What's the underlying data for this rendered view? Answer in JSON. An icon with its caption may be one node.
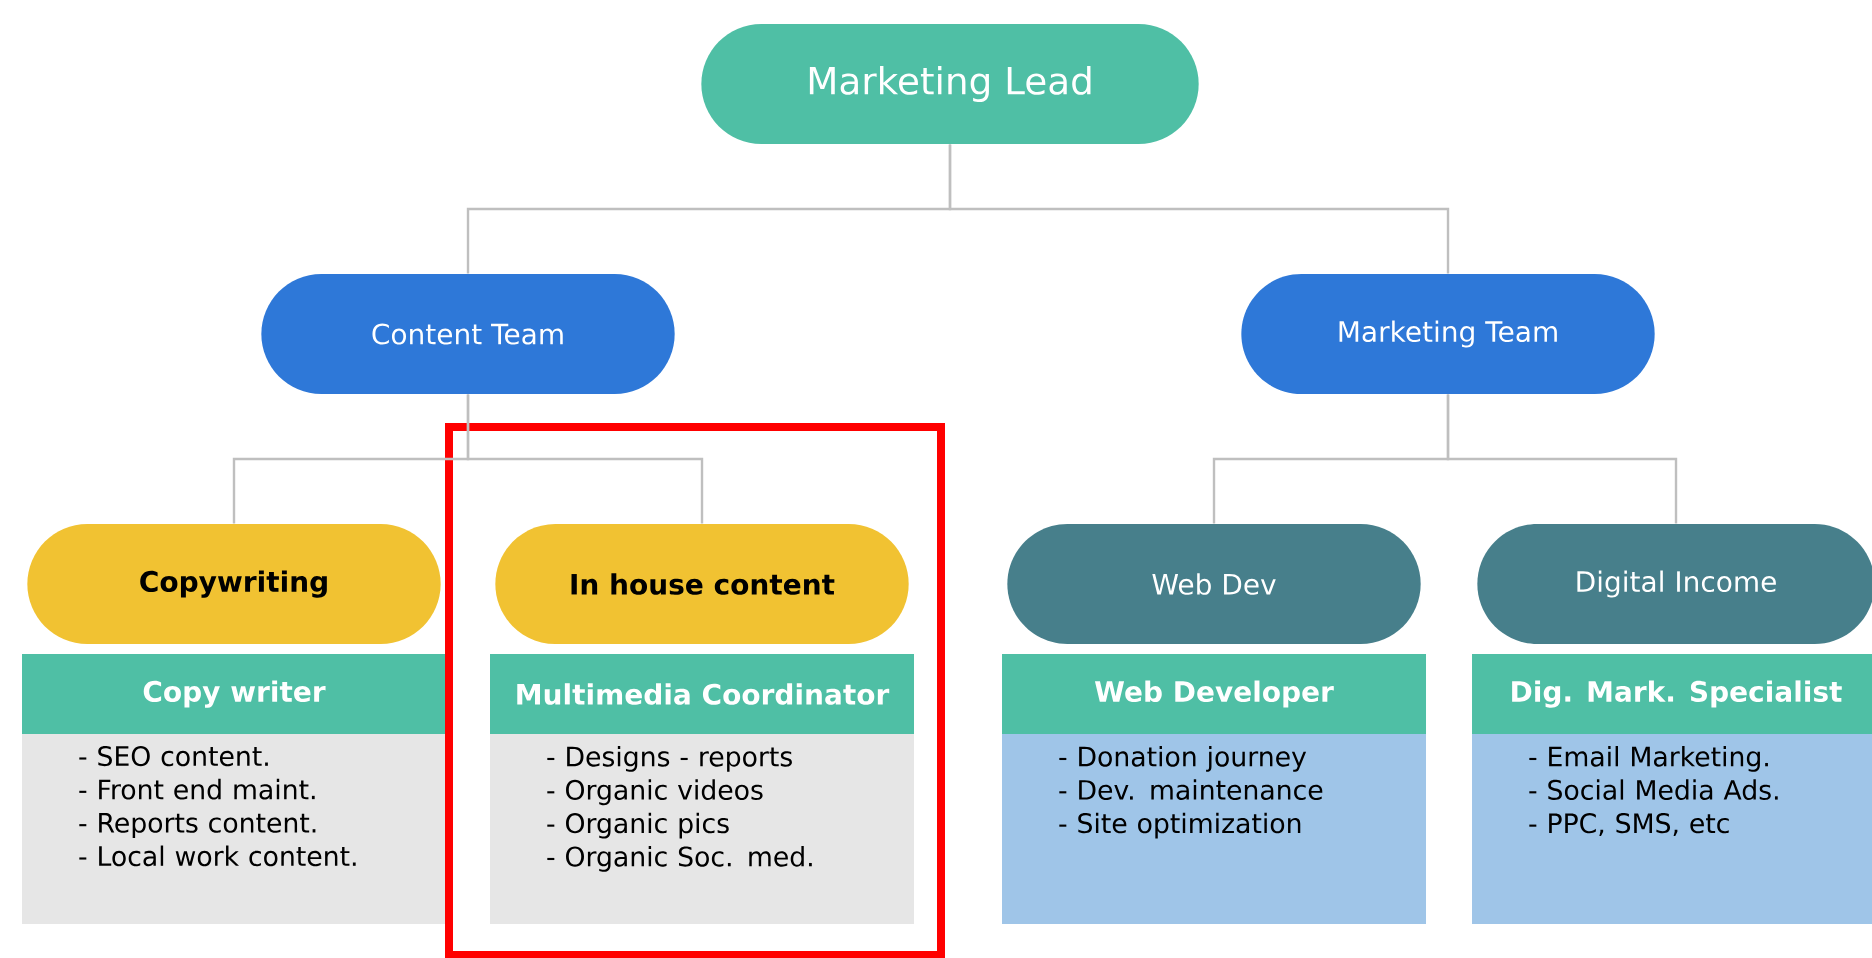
{
  "diagram": {
    "nodes": [
      {
        "text": [
          "Marketing Lead"
        ]
      },
      {
        "text": [
          "Content Team"
        ]
      },
      {
        "text": [
          "Marketing Team"
        ]
      },
      {
        "text": [
          "Copywriting"
        ]
      },
      {
        "text": [],
        "shape": "box"
      },
      {
        "text": [
          "In house content"
        ],
        "in": 4
      },
      {
        "text": [
          "Web Dev"
        ]
      },
      {
        "text": [
          "Digital Income"
        ]
      },
      {
        "text": [
          "Copy writer"
        ]
      },
      {
        "text": [
          "- SEO content.",
          "- Front end maint.",
          "- Reports content.",
          "- Local work content."
        ]
      },
      {
        "text": [
          "Multimedia Coordinator"
        ],
        "in": 4
      },
      {
        "text": [
          "- Designs - reports",
          "- Organic videos",
          "- Organic pics",
          "- Organic Soc. med."
        ],
        "in": 4
      },
      {
        "text": [
          "Web Developer"
        ]
      },
      {
        "text": [
          "- Donation journey",
          "- Dev. maintenance",
          "- Site optimization"
        ]
      },
      {
        "text": [
          "Dig. Mark. Specialist"
        ]
      },
      {
        "text": [
          "- Email Marketing.",
          "- Social Media Ads.",
          "- PPC, SMS, etc"
        ]
      }
    ],
    "edges": [
      {
        "from": 0,
        "to": 1,
        "arrow": "none"
      },
      {
        "from": 0,
        "to": 2,
        "arrow": "none"
      },
      {
        "from": 1,
        "to": 3,
        "arrow": "none"
      },
      {
        "from": 1,
        "to": 5,
        "arrow": "none"
      },
      {
        "from": 2,
        "to": 6,
        "arrow": "none"
      },
      {
        "from": 2,
        "to": 7,
        "arrow": "none"
      }
    ]
  }
}
